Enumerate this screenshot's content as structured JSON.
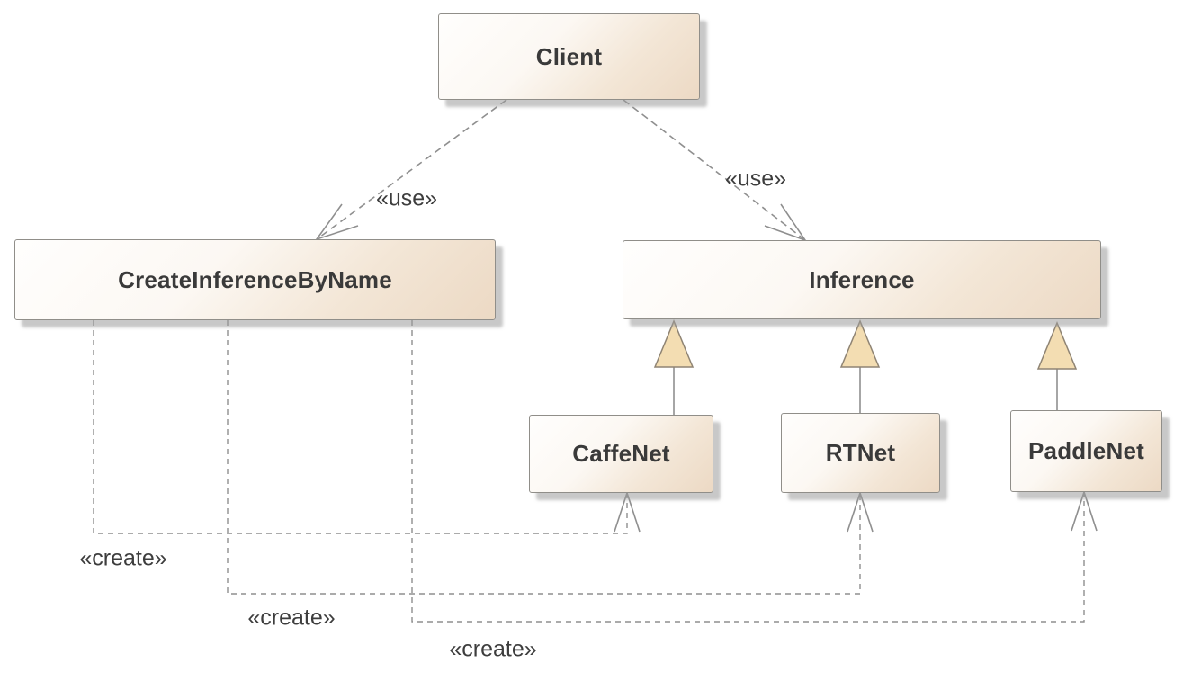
{
  "diagram": {
    "type": "uml-class-diagram",
    "nodes": [
      {
        "id": "client",
        "label": "Client"
      },
      {
        "id": "create-inference-by-name",
        "label": "CreateInferenceByName"
      },
      {
        "id": "inference",
        "label": "Inference"
      },
      {
        "id": "caffenet",
        "label": "CaffeNet"
      },
      {
        "id": "rtnet",
        "label": "RTNet"
      },
      {
        "id": "paddlenet",
        "label": "PaddleNet"
      }
    ],
    "edges": [
      {
        "from": "client",
        "to": "create-inference-by-name",
        "type": "dependency",
        "label": "«use»"
      },
      {
        "from": "client",
        "to": "inference",
        "type": "dependency",
        "label": "«use»"
      },
      {
        "from": "caffenet",
        "to": "inference",
        "type": "generalization",
        "label": ""
      },
      {
        "from": "rtnet",
        "to": "inference",
        "type": "generalization",
        "label": ""
      },
      {
        "from": "paddlenet",
        "to": "inference",
        "type": "generalization",
        "label": ""
      },
      {
        "from": "create-inference-by-name",
        "to": "caffenet",
        "type": "dependency",
        "label": "«create»"
      },
      {
        "from": "create-inference-by-name",
        "to": "rtnet",
        "type": "dependency",
        "label": "«create»"
      },
      {
        "from": "create-inference-by-name",
        "to": "paddlenet",
        "type": "dependency",
        "label": "«create»"
      }
    ],
    "colors": {
      "node_fill_light": "#fffefd",
      "node_fill_dark": "#ecd9c4",
      "node_border": "#908e89",
      "node_shadow": "#b9b9b9",
      "triangle_fill": "#f3ddb2",
      "triangle_border": "#8f8474",
      "line_color": "#8f8f8f",
      "text_color": "#3a3a3a",
      "background": "#ffffff"
    }
  }
}
